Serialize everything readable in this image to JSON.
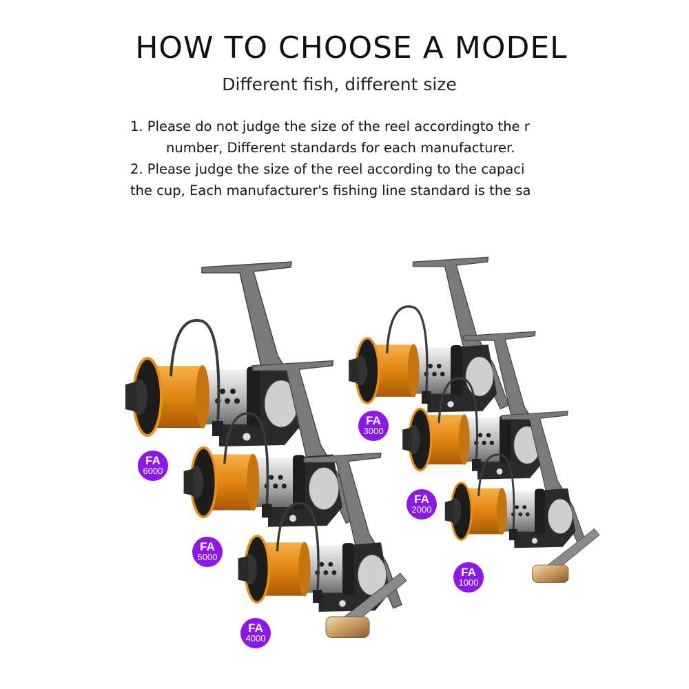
{
  "header": {
    "title": "HOW TO CHOOSE A MODEL",
    "subtitle": "Different fish, different size"
  },
  "notes": [
    "1. Please do not judge the size of the reel accordingto the r",
    "number, Different standards for each manufacturer.",
    "2. Please judge the size of the reel according to the capaci",
    "the cup, Each manufacturer's fishing line standard is the sa"
  ],
  "models": [
    {
      "series": "FA",
      "size": "6000"
    },
    {
      "series": "FA",
      "size": "5000"
    },
    {
      "series": "FA",
      "size": "4000"
    },
    {
      "series": "FA",
      "size": "3000"
    },
    {
      "series": "FA",
      "size": "2000"
    },
    {
      "series": "FA",
      "size": "1000"
    }
  ],
  "colors": {
    "badge": "#8a18e6",
    "spool": "#e8901a",
    "body": "#2a2a2a"
  }
}
